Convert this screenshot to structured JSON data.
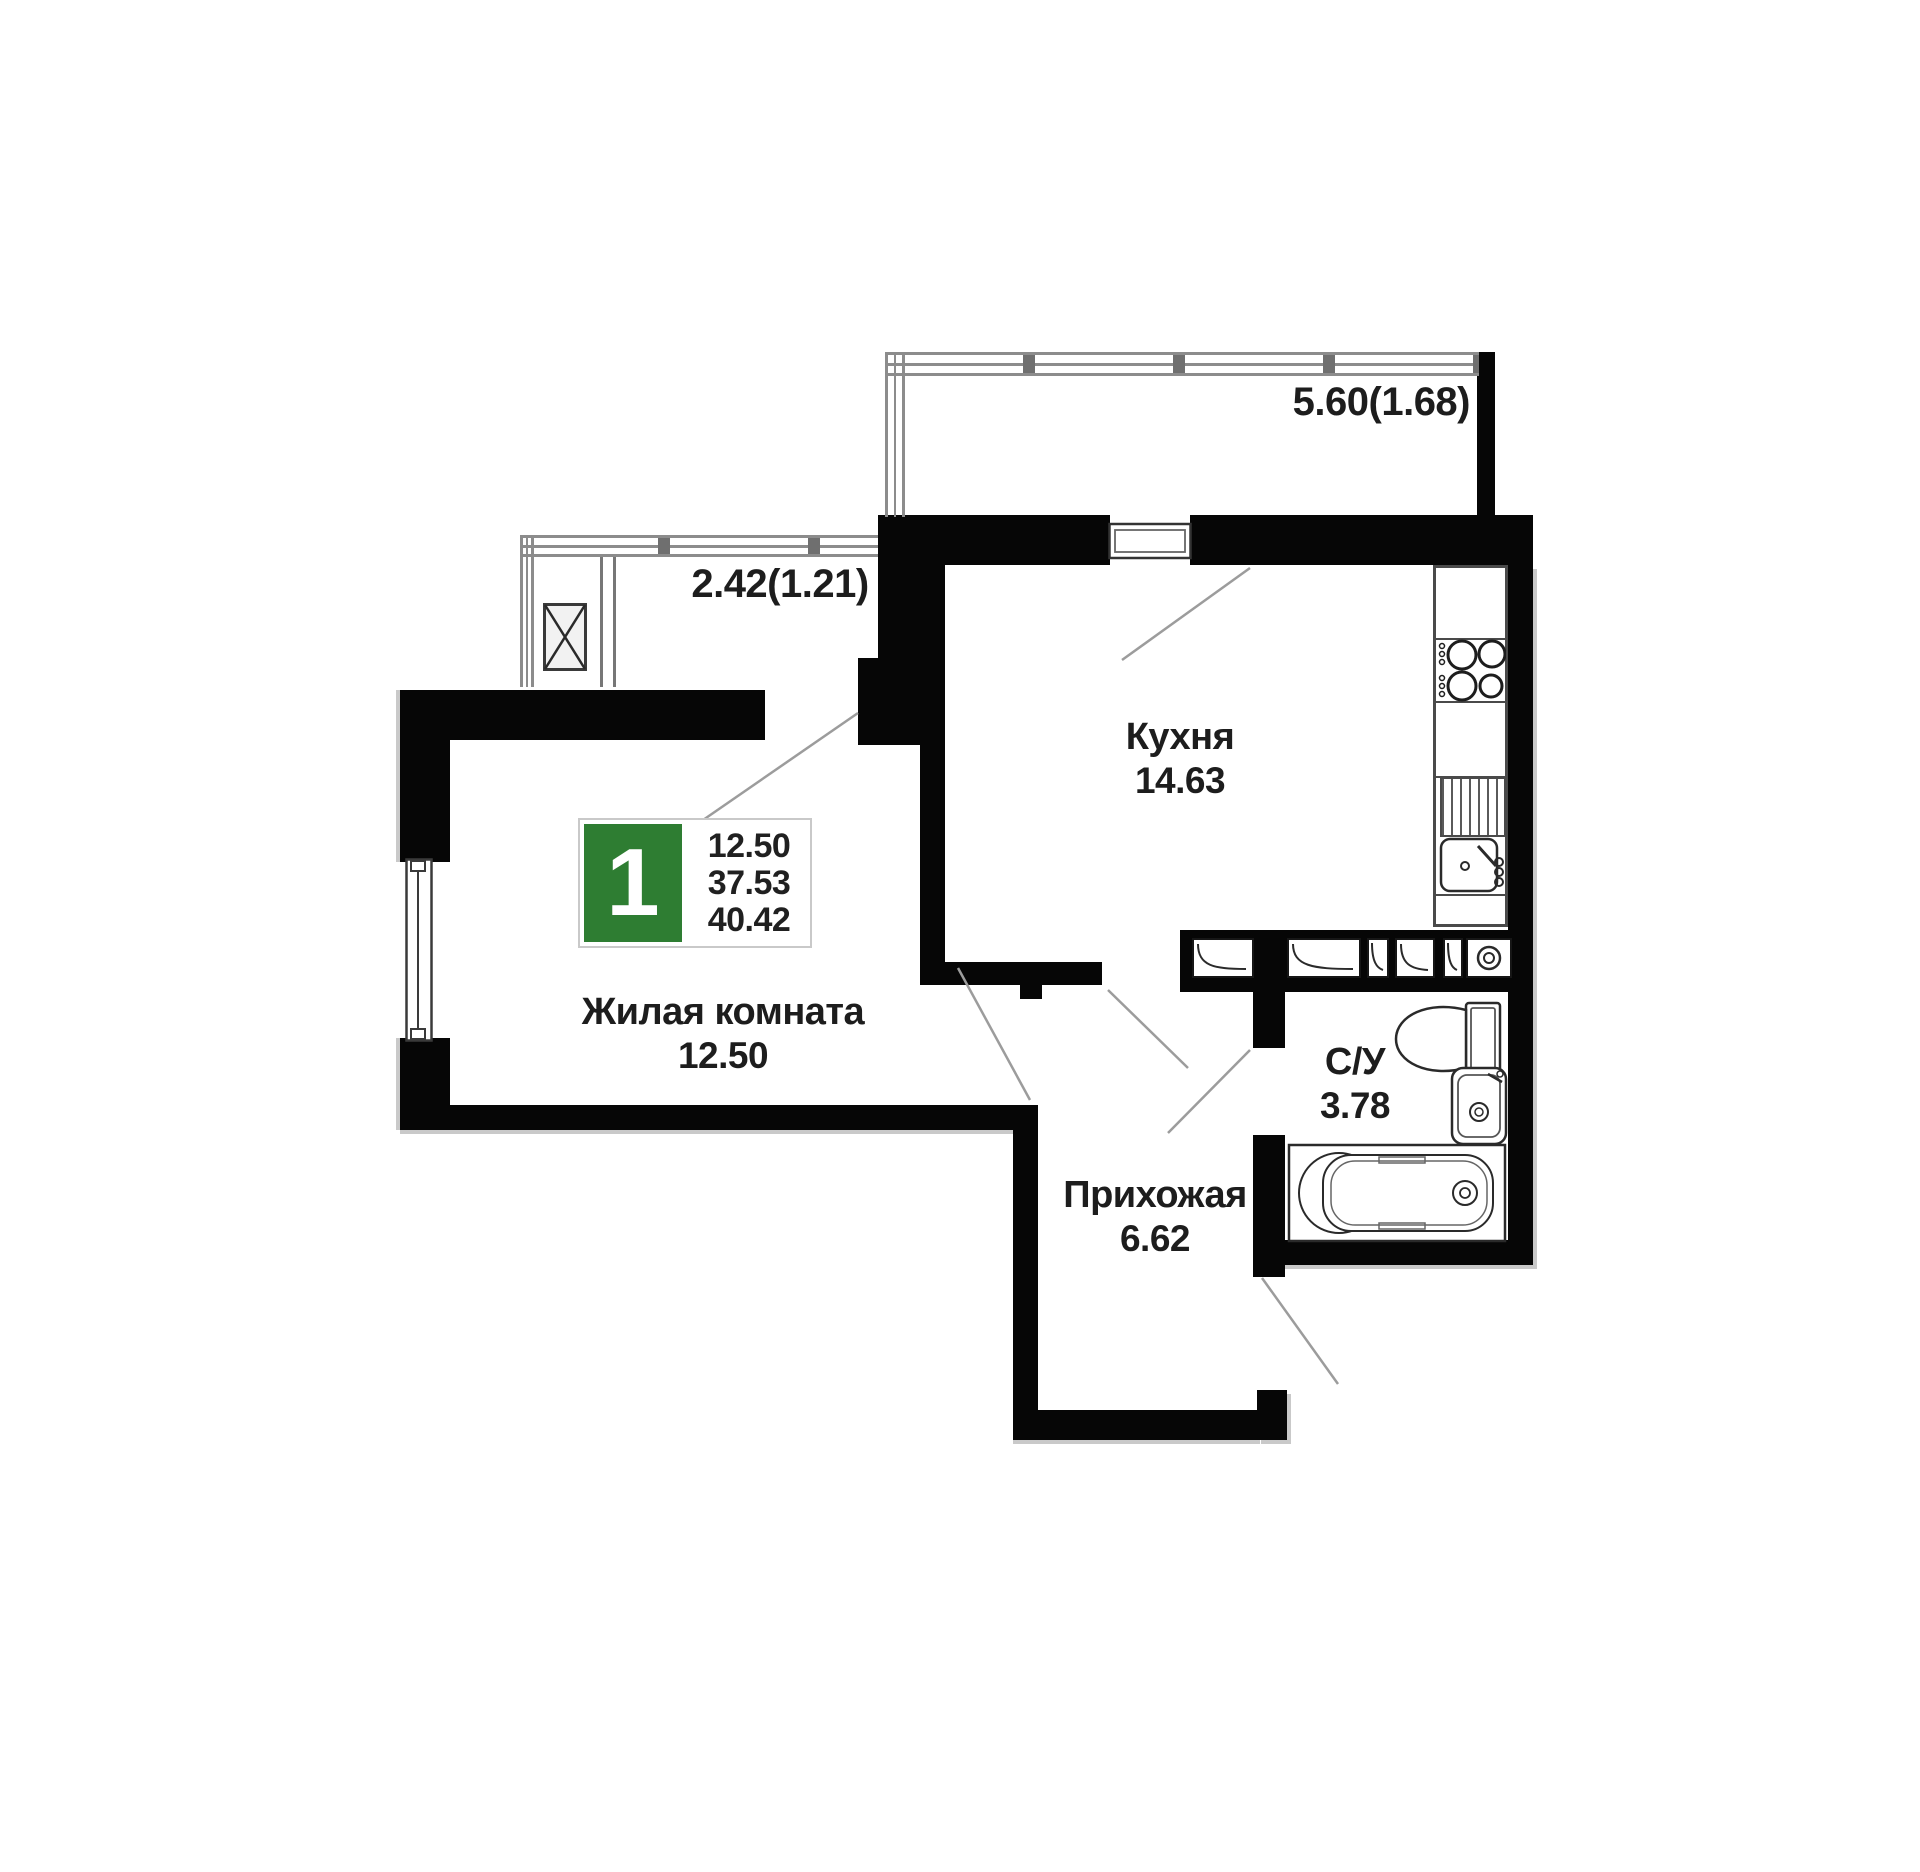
{
  "unit_card": {
    "rooms_count": "1",
    "areas": [
      "12.50",
      "37.53",
      "40.42"
    ],
    "accent_color": "#2e7d32"
  },
  "rooms": {
    "kitchen": {
      "name": "Кухня",
      "area": "14.63"
    },
    "living": {
      "name": "Жилая комната",
      "area": "12.50"
    },
    "hallway": {
      "name": "Прихожая",
      "area": "6.62"
    },
    "bathroom": {
      "name": "С/У",
      "area": "3.78"
    }
  },
  "balconies": {
    "top": {
      "dimension": "5.60(1.68)"
    },
    "left": {
      "dimension": "2.42(1.21)"
    }
  },
  "colors": {
    "wall": "#060606",
    "glazing": "#8c8c8c",
    "fixture_line": "#3a3a3a",
    "door_swing": "#9c9c9c",
    "badge_green": "#2e7d32"
  }
}
